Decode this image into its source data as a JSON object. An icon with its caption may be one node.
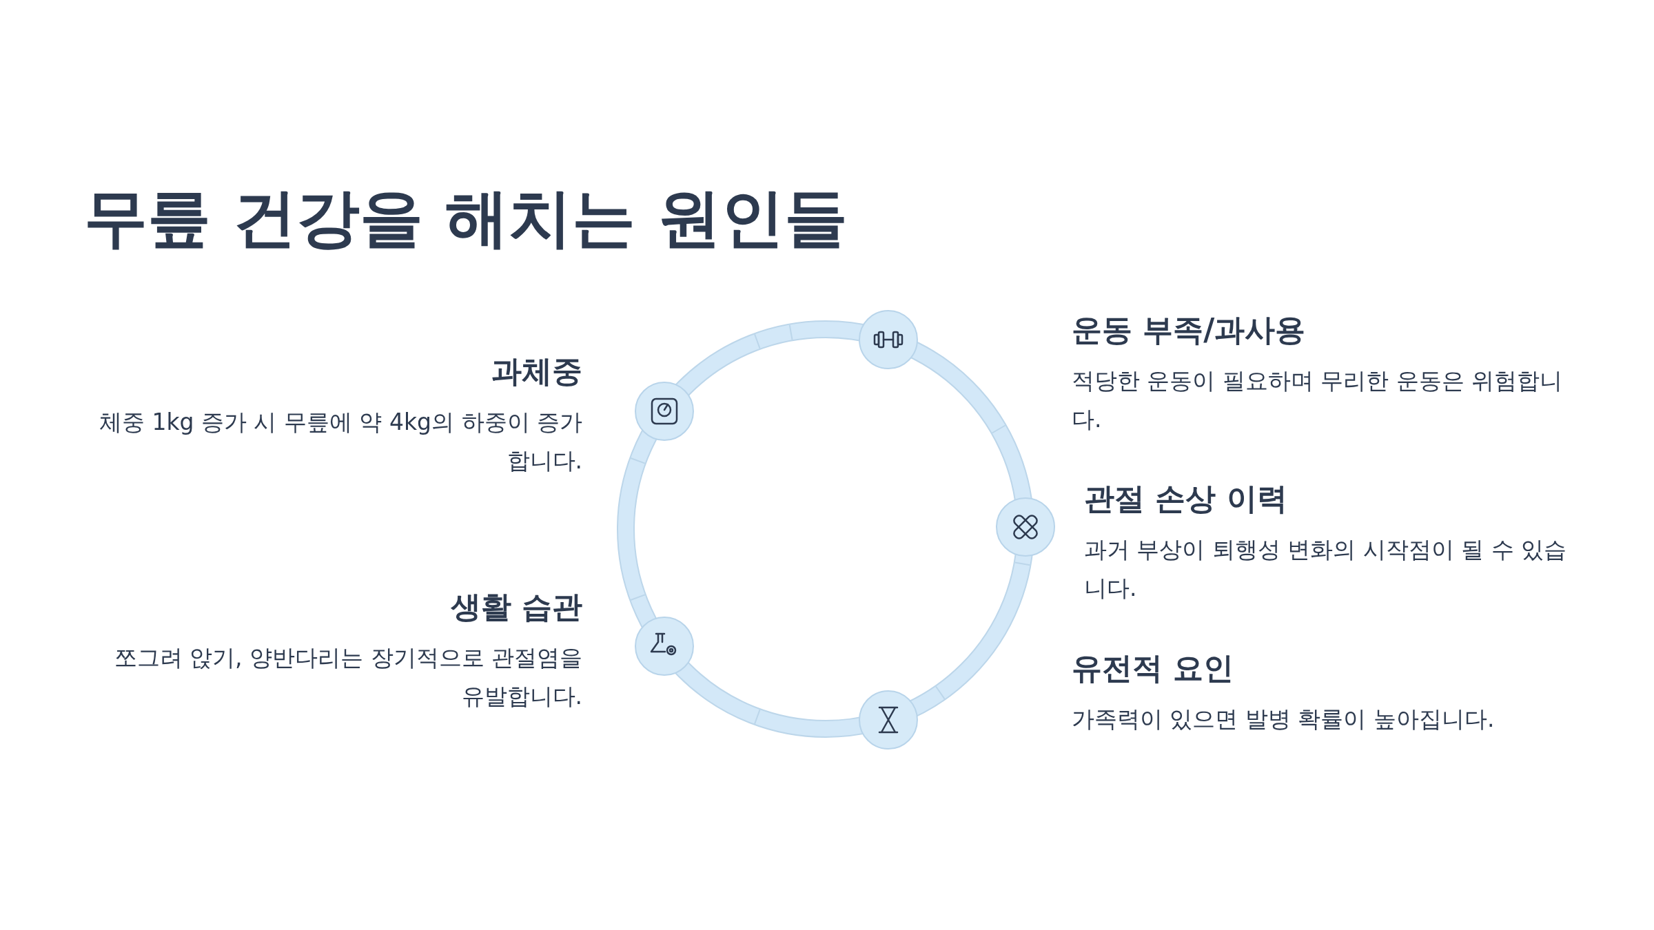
{
  "diagram": {
    "title": "무릎 건강을 해치는 원인들",
    "nodes": [
      {
        "text": [
          "운동 부족/과사용",
          "적당한 운동이 필요하며 무리한 운동은 위험합니다."
        ]
      },
      {
        "text": [
          "과체중",
          "체중 1kg 증가 시 무릎에 약 4kg의 하중이 증가합니다."
        ]
      },
      {
        "text": [
          "관절 손상 이력",
          "과거 부상이 퇴행성 변화의 시작점이 될 수 있습니다."
        ]
      },
      {
        "text": [
          "생활 습관",
          "쪼그려 앉기, 양반다리는 장기적으로 관절염을 유발합니다."
        ]
      },
      {
        "text": [
          "유전적 요인",
          "가족력이 있으면 발병 확률이 높아집니다."
        ]
      }
    ]
  }
}
